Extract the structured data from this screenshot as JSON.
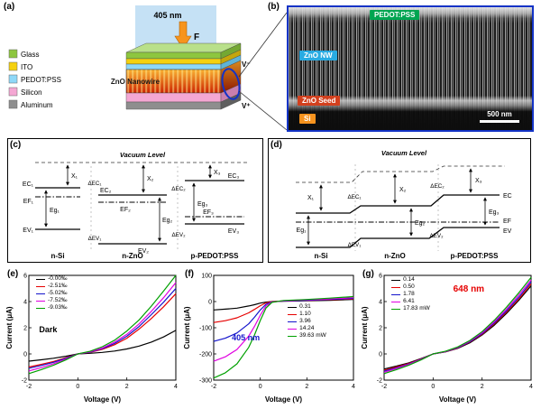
{
  "panels": {
    "a": "(a)",
    "b": "(b)",
    "c": "(c)",
    "d": "(d)",
    "e": "(e)",
    "f": "(f)",
    "g": "(g)"
  },
  "panel_a": {
    "legend": [
      {
        "label": "Glass",
        "color": "#8dc63f"
      },
      {
        "label": "ITO",
        "color": "#f5d10f"
      },
      {
        "label": "PEDOT:PSS",
        "color": "#8ed8f8"
      },
      {
        "label": "Silicon",
        "color": "#f4a7d3"
      },
      {
        "label": "Aluminum",
        "color": "#8e8e8e"
      }
    ],
    "laser_label": "405 nm",
    "force_label": "F",
    "nanowire_label": "ZnO Nanowire",
    "terminal_top": "V⁻",
    "terminal_bottom": "V⁺",
    "colors": {
      "beam": "#b7d9f2",
      "arrow": "#f7941d",
      "nw_top": "#f9b233",
      "nw_bottom": "#cc2200",
      "ellipse": "#1333c6"
    }
  },
  "panel_b": {
    "labels": {
      "top": "PEDOT:PSS",
      "nw": "ZnO NW",
      "seed": "ZnO Seed",
      "substrate": "Si"
    },
    "label_colors": {
      "top": "#00a551",
      "nw": "#29abe2",
      "seed": "#d2401e",
      "substrate": "#f7931e"
    },
    "scale_bar": "500 nm"
  },
  "panel_c": {
    "vacuum": "Vacuum Level",
    "materials": [
      "n-Si",
      "n-ZnO",
      "p-PEDOT:PSS"
    ],
    "labels": {
      "x1": "X₁",
      "x2": "X₂",
      "x3": "X₃",
      "ec1": "EC₁",
      "ef1": "EF₁",
      "ev1": "EV₁",
      "eg1": "Eg₁",
      "dec1": "ΔEC₁",
      "ec2": "EC₂",
      "ef2": "EF₂",
      "ev2": "EV₂",
      "eg2": "Eg₂",
      "dev1": "ΔEV₁",
      "dec2": "ΔEC₂",
      "ec3": "EC₃",
      "ef3": "EF₃",
      "ev3": "EV₃",
      "eg3": "Eg₃",
      "dev2": "ΔEV₂"
    }
  },
  "panel_d": {
    "vacuum": "Vacuum Level",
    "materials": [
      "n-Si",
      "n-ZnO",
      "p-PEDOT:PSS"
    ],
    "labels": {
      "x1": "X₁",
      "x2": "X₂",
      "x3": "X₃",
      "dec1": "ΔEC₁",
      "dec2": "ΔEC₂",
      "ec": "EC",
      "ef": "EF",
      "ev": "EV",
      "eg1": "Eg₁",
      "eg2": "Eg₂",
      "eg3": "Eg₃",
      "dev1": "ΔEV₁",
      "dev2": "ΔEV₂"
    }
  },
  "chart_data": [
    {
      "id": "e",
      "type": "line",
      "xlabel": "Voltage (V)",
      "ylabel": "Current (μA)",
      "xlim": [
        -2,
        4
      ],
      "ylim": [
        -2,
        6
      ],
      "xticks": [
        -2,
        0,
        2,
        4
      ],
      "yticks": [
        -2,
        0,
        2,
        4,
        6
      ],
      "margin_left": 26,
      "grid": false,
      "legend_position": "top-left",
      "x": [
        -2,
        -1.5,
        -1,
        -0.5,
        0,
        0.5,
        1,
        1.5,
        2,
        2.5,
        3,
        3.5,
        4
      ],
      "series": [
        {
          "name": "-0.00‰",
          "color": "#000000",
          "y": [
            -0.55,
            -0.45,
            -0.33,
            -0.18,
            0,
            0.05,
            0.12,
            0.22,
            0.38,
            0.6,
            0.9,
            1.3,
            1.8
          ]
        },
        {
          "name": "-2.51‰",
          "color": "#e60000",
          "y": [
            -1.0,
            -0.8,
            -0.58,
            -0.3,
            0,
            0.12,
            0.35,
            0.7,
            1.2,
            1.9,
            2.7,
            3.6,
            4.6
          ]
        },
        {
          "name": "-5.02‰",
          "color": "#1414cc",
          "y": [
            -1.1,
            -0.88,
            -0.64,
            -0.34,
            0,
            0.14,
            0.4,
            0.8,
            1.35,
            2.1,
            3.0,
            3.95,
            5.0
          ]
        },
        {
          "name": "-7.52‰",
          "color": "#e000e0",
          "y": [
            -1.3,
            -1.05,
            -0.75,
            -0.4,
            0,
            0.16,
            0.45,
            0.9,
            1.5,
            2.3,
            3.25,
            4.3,
            5.45
          ]
        },
        {
          "name": "-9.03‰",
          "color": "#00a000",
          "y": [
            -1.5,
            -1.2,
            -0.87,
            -0.46,
            0,
            0.2,
            0.55,
            1.05,
            1.75,
            2.6,
            3.65,
            4.8,
            6.0
          ]
        }
      ],
      "legend": {
        "x": 0.05,
        "y": 0.0
      },
      "annotation": {
        "text": "Dark",
        "color": "#000000",
        "x": 0.07,
        "y": 0.47
      }
    },
    {
      "id": "f",
      "type": "line",
      "xlabel": "Voltage (V)",
      "ylabel": "Current (μA)",
      "xlim": [
        -2,
        4
      ],
      "ylim": [
        -300,
        100
      ],
      "xticks": [
        -2,
        0,
        2,
        4
      ],
      "yticks": [
        -300,
        -200,
        -100,
        0,
        100
      ],
      "margin_left": 34,
      "grid": false,
      "legend_position": "mid-right",
      "x": [
        -2,
        -1.5,
        -1,
        -0.5,
        -0.25,
        0,
        0.25,
        0.5,
        1,
        2,
        3,
        4
      ],
      "series": [
        {
          "name": "0.31",
          "color": "#000000",
          "y": [
            -32,
            -29,
            -25,
            -17,
            -12,
            -6,
            -2,
            0,
            1,
            3,
            5,
            8
          ]
        },
        {
          "name": "1.10",
          "color": "#e60000",
          "y": [
            -80,
            -73,
            -62,
            -43,
            -30,
            -16,
            -5,
            0,
            2,
            4,
            7,
            10
          ]
        },
        {
          "name": "3.96",
          "color": "#1414cc",
          "y": [
            -152,
            -140,
            -120,
            -85,
            -60,
            -32,
            -10,
            -1,
            2,
            5,
            8,
            12
          ]
        },
        {
          "name": "14.24",
          "color": "#e000e0",
          "y": [
            -228,
            -211,
            -183,
            -132,
            -95,
            -52,
            -16,
            -2,
            3,
            7,
            10,
            15
          ]
        },
        {
          "name": "39.63 mW",
          "color": "#00a000",
          "y": [
            -292,
            -272,
            -238,
            -175,
            -128,
            -72,
            -24,
            -3,
            4,
            8,
            13,
            19
          ]
        }
      ],
      "legend": {
        "x": 0.53,
        "y": 0.27
      },
      "annotation": {
        "text": "405 nm",
        "color": "#1414cc",
        "x": 0.13,
        "y": 0.55
      }
    },
    {
      "id": "g",
      "type": "line",
      "xlabel": "Voltage (V)",
      "ylabel": "Current (μA)",
      "xlim": [
        -2,
        4
      ],
      "ylim": [
        -2,
        6
      ],
      "xticks": [
        -2,
        0,
        2,
        4
      ],
      "yticks": [
        -2,
        0,
        2,
        4,
        6
      ],
      "margin_left": 26,
      "grid": false,
      "legend_position": "top-left",
      "x": [
        -2,
        -1.5,
        -1,
        -0.5,
        0,
        0.5,
        1,
        1.5,
        2,
        2.5,
        3,
        3.5,
        4
      ],
      "series": [
        {
          "name": "0.14",
          "color": "#000000",
          "y": [
            -1.15,
            -0.93,
            -0.68,
            -0.36,
            0,
            0.15,
            0.42,
            0.85,
            1.45,
            2.2,
            3.1,
            4.1,
            5.2
          ]
        },
        {
          "name": "0.50",
          "color": "#e60000",
          "y": [
            -1.25,
            -1.0,
            -0.73,
            -0.39,
            0,
            0.16,
            0.45,
            0.9,
            1.5,
            2.3,
            3.2,
            4.2,
            5.35
          ]
        },
        {
          "name": "1.78",
          "color": "#1414cc",
          "y": [
            -1.32,
            -1.06,
            -0.77,
            -0.41,
            0,
            0.17,
            0.47,
            0.93,
            1.55,
            2.37,
            3.3,
            4.33,
            5.5
          ]
        },
        {
          "name": "6.41",
          "color": "#e000e0",
          "y": [
            -1.4,
            -1.12,
            -0.81,
            -0.43,
            0,
            0.18,
            0.5,
            0.98,
            1.62,
            2.47,
            3.42,
            4.5,
            5.65
          ]
        },
        {
          "name": "17.83 mW",
          "color": "#00a000",
          "y": [
            -1.5,
            -1.2,
            -0.87,
            -0.46,
            0,
            0.2,
            0.53,
            1.03,
            1.7,
            2.58,
            3.57,
            4.67,
            5.85
          ]
        }
      ],
      "legend": {
        "x": 0.05,
        "y": 0.01
      },
      "annotation": {
        "text": "648 nm",
        "color": "#e60000",
        "x": 0.47,
        "y": 0.09,
        "size": 10
      }
    }
  ]
}
